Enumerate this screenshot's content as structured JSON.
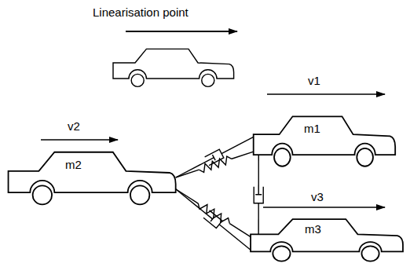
{
  "diagram": {
    "nodes": [
      {
        "text": [
          "m1"
        ]
      },
      {
        "text": [
          "m2"
        ]
      },
      {
        "text": [
          "m3"
        ]
      }
    ],
    "edges": [
      {
        "from": 1,
        "to": 0,
        "arrow": "none"
      },
      {
        "from": 1,
        "to": 2,
        "arrow": "none"
      },
      {
        "from": 0,
        "to": 2,
        "arrow": "none"
      }
    ],
    "labels": [
      "Linearisation point",
      "v1",
      "v2",
      "v3"
    ]
  }
}
